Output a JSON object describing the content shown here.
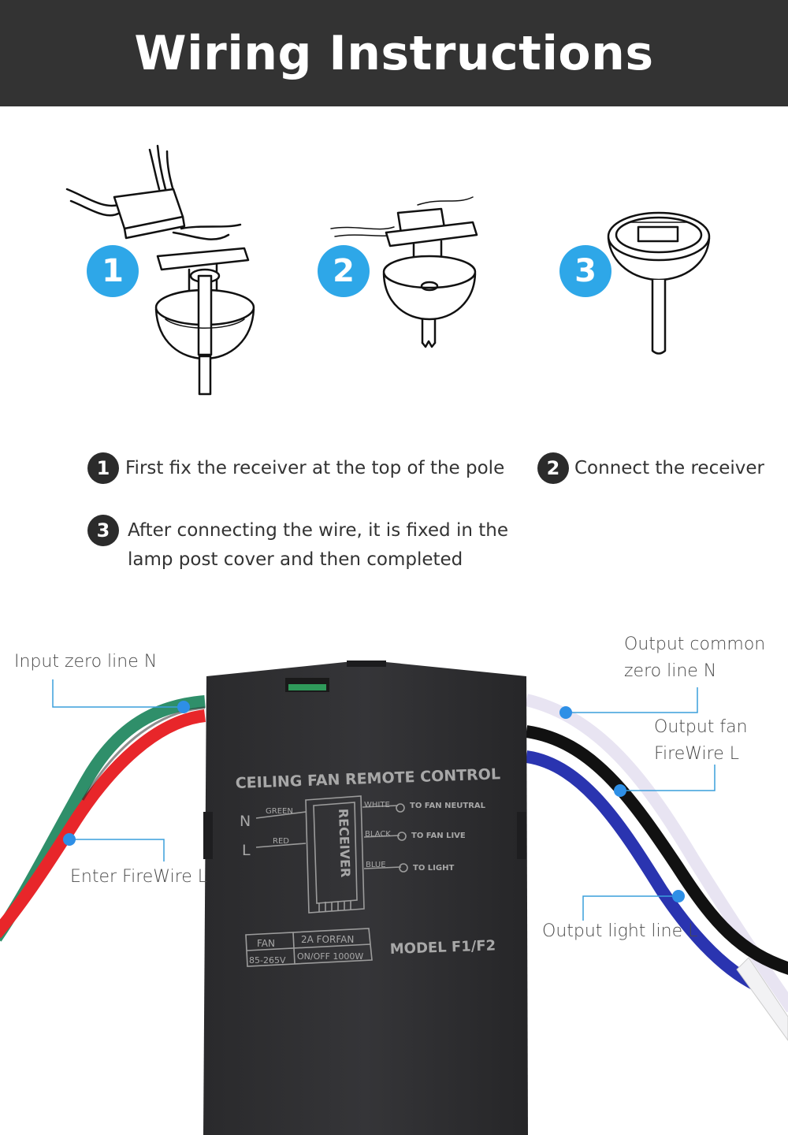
{
  "header": {
    "title": "Wiring Instructions"
  },
  "steps": [
    {
      "number": "1"
    },
    {
      "number": "2"
    },
    {
      "number": "3"
    }
  ],
  "captions": [
    {
      "number": "1",
      "text": "First fix the receiver at the top of the pole"
    },
    {
      "number": "2",
      "text": "Connect the receiver"
    },
    {
      "number": "3",
      "line1": "After connecting the wire, it is fixed in the",
      "line2": "lamp post cover and then completed"
    }
  ],
  "device": {
    "title": "CEILING FAN REMOTE CONTROL",
    "receiver": "RECEIVER",
    "left_terminals": [
      {
        "label": "N",
        "wire": "GREEN"
      },
      {
        "label": "L",
        "wire": "RED"
      }
    ],
    "right_terminals": [
      {
        "wire": "WHITE",
        "desc": "TO FAN NEUTRAL"
      },
      {
        "wire": "BLACK",
        "desc": "TO FAN LIVE"
      },
      {
        "wire": "BLUE",
        "desc": "TO LIGHT"
      }
    ],
    "spec_table": {
      "row1": [
        "FAN",
        "2A FORFAN"
      ],
      "row2": [
        "85-265V",
        "ON/OFF 1000W"
      ]
    },
    "model": "MODEL F1/F2"
  },
  "callouts": {
    "input_zero": "Input zero line N",
    "enter_fire": "Enter FireWire L",
    "output_common_1": "Output common",
    "output_common_2": "zero line N",
    "output_fan_1": "Output fan",
    "output_fan_2": "FireWire L",
    "output_light": "Output light line L"
  },
  "colors": {
    "header_bg": "#333333",
    "accent": "#2ea7e8",
    "caption_badge": "#2b2b2b",
    "wire_green": "#2f8f6a",
    "wire_red": "#e8262a",
    "wire_white": "#e8e4f2",
    "wire_black": "#111111",
    "wire_blue": "#2a34b0",
    "leader": "#3a9fdc"
  }
}
